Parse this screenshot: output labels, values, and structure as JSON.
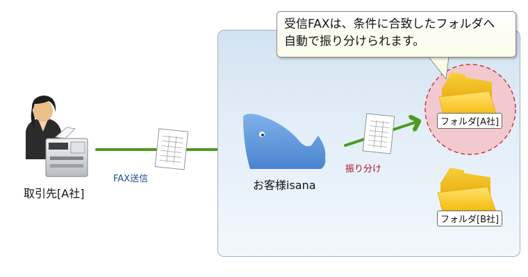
{
  "callout": {
    "line1": "受信FAXは、条件に合致したフォルダへ",
    "line2": "自動で振り分けられます。"
  },
  "sender": {
    "label": "取引先[A社]"
  },
  "fax_send_label": "FAX送信",
  "service": {
    "label": "お客様isana"
  },
  "sort_label": "振り分け",
  "folders": [
    {
      "label": "フォルダ[A社]"
    },
    {
      "label": "フォルダ[B社]"
    }
  ],
  "colors": {
    "arrow": "#4c9a1e",
    "panel": "#dce9f5",
    "highlight_fill": "#f1c9cf",
    "highlight_stroke": "#d0283a",
    "folder": "#f7c51c",
    "whale": "#5d95d8"
  }
}
